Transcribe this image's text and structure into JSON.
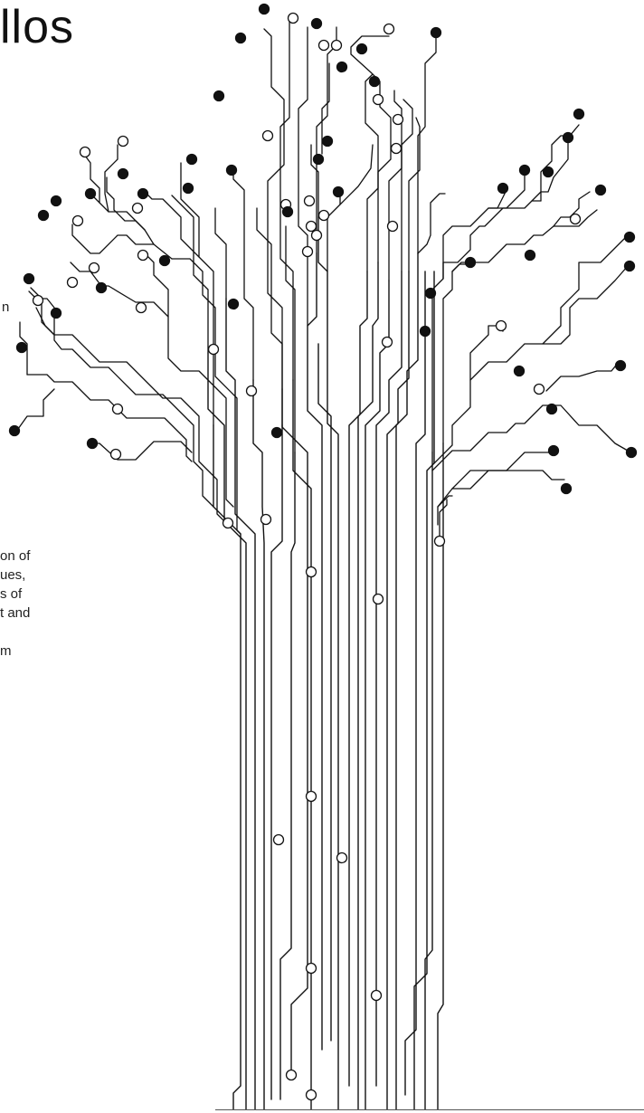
{
  "headline": "llos",
  "side_fragment": "n",
  "paragraph": [
    "on of",
    "ues,",
    "s of",
    "t and",
    "",
    "m"
  ],
  "colors": {
    "text": "#111111",
    "trace": "#111111",
    "node_filled": "#111111",
    "node_open_fill": "#ffffff",
    "background": "#ffffff"
  },
  "illustration": {
    "icon": "circuit-tree-icon"
  }
}
